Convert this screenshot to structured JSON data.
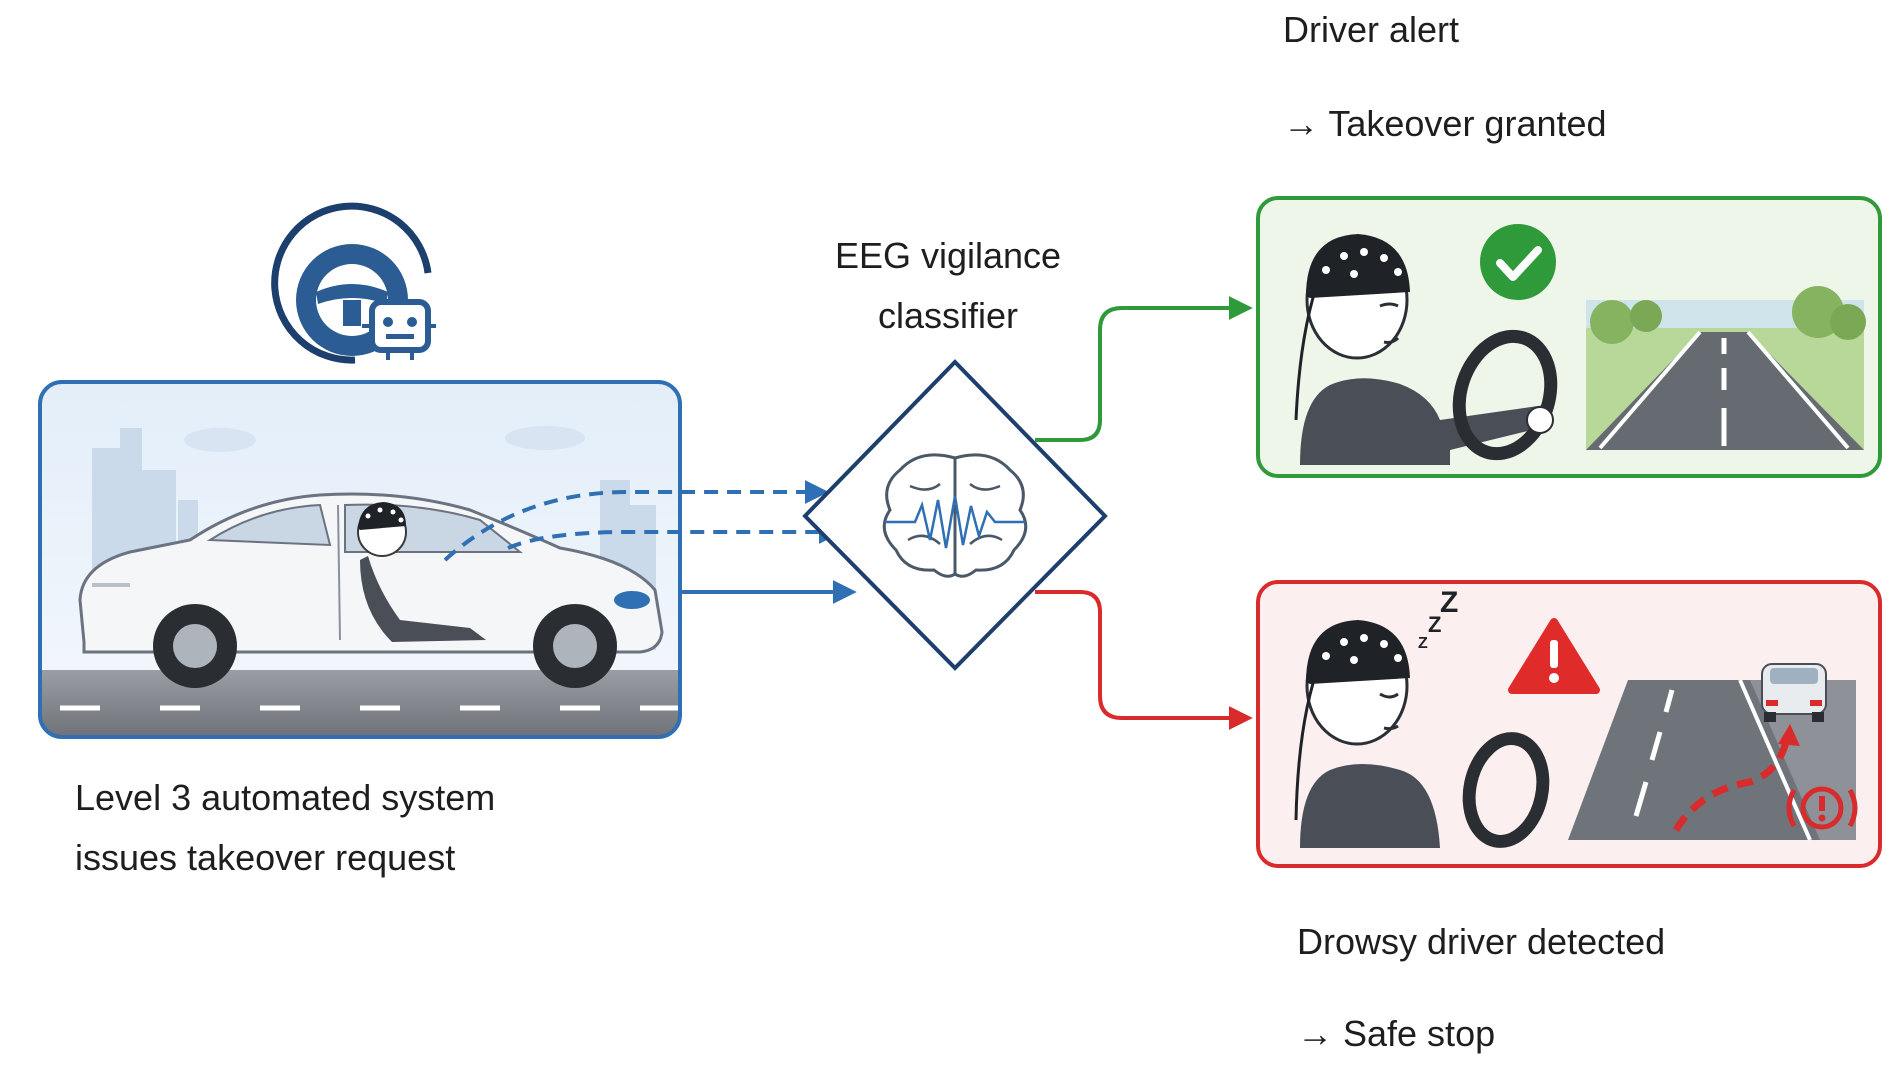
{
  "source": {
    "caption_line1": "Level 3 automated system",
    "caption_line2": "issues takeover request",
    "icon": "steering-wheel-robot-icon"
  },
  "classifier": {
    "label_line1": "EEG vigilance",
    "label_line2": "classifier",
    "icon": "brain-eeg-icon"
  },
  "outcomes": {
    "alert": {
      "line1": "Driver alert",
      "line2": "→ Takeover granted",
      "icon": "check-circle-icon"
    },
    "drowsy": {
      "line1": "Drowsy driver detected",
      "line2": "→ Safe stop",
      "icon": "warning-triangle-icon",
      "zzz": "Z"
    }
  },
  "colors": {
    "blue": "#2f6fb3",
    "navy": "#1d3f6e",
    "green": "#2f9a3a",
    "red": "#d92b2b",
    "alert_bg": "#eef6ea",
    "drowsy_bg": "#fcefef",
    "road": "#7b7f86"
  }
}
